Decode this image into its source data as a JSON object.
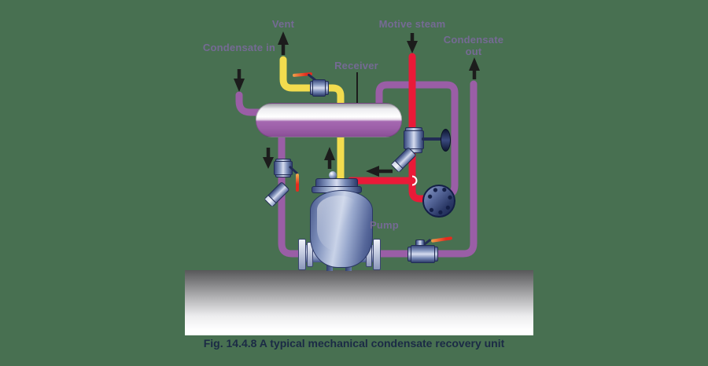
{
  "diagram": {
    "caption": "Fig. 14.4.8 A typical mechanical condensate recovery unit",
    "labels": {
      "condensate_in": "Condensate in",
      "vent": "Vent",
      "receiver": "Receiver",
      "motive_steam": "Motive steam",
      "condensate_out": "Condensate out",
      "pump": "Pump"
    },
    "flows": [
      {
        "name": "condensate-in",
        "direction": "down"
      },
      {
        "name": "vent",
        "direction": "up"
      },
      {
        "name": "motive-steam",
        "direction": "down"
      },
      {
        "name": "condensate-out",
        "direction": "up"
      },
      {
        "name": "receiver-to-pump",
        "direction": "down"
      },
      {
        "name": "pump-exhaust-to-receiver",
        "direction": "up"
      },
      {
        "name": "motive-steam-to-pump",
        "direction": "left"
      }
    ],
    "components": [
      "vented-receiver",
      "mechanical-pump",
      "vent-isolation-valve",
      "motive-isolation-valve",
      "motive-strainer",
      "pump-inlet-valve",
      "pump-inlet-strainer",
      "disc-check-valve",
      "discharge-isolation-valve",
      "base-cylinder"
    ],
    "colors": {
      "background": "#487051",
      "pipe_condensate": "#9a5ea6",
      "pipe_vent": "#f2dc4e",
      "pipe_steam": "#ea1a38",
      "arrow": "#1c1c1c",
      "label_text": "#756a94",
      "caption_text": "#1b2a45",
      "receiver_shell": "#9c5fa8",
      "lever_red": "#e52b1e",
      "lever_orange": "#f0a24a",
      "base_gray": "#58585a"
    }
  }
}
